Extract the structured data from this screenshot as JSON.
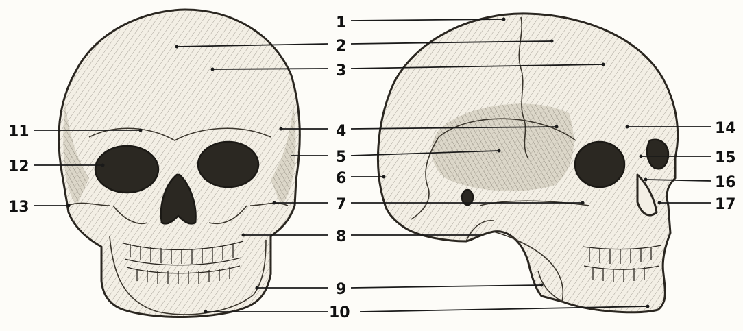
{
  "labels": [
    "1",
    "2",
    "3",
    "4",
    "5",
    "6",
    "7",
    "8",
    "9",
    "10",
    "11",
    "12",
    "13",
    "14",
    "15",
    "16",
    "17"
  ],
  "views": [
    "front-view",
    "side-view"
  ]
}
